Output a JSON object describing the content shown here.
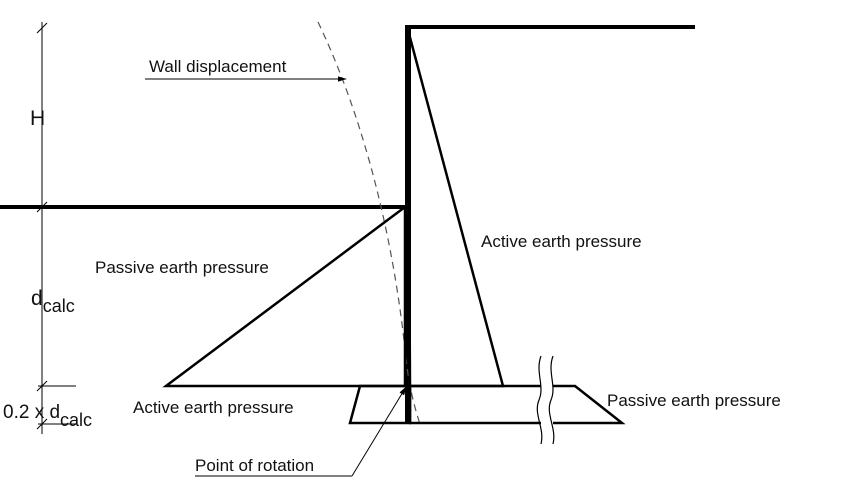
{
  "labels": {
    "h": "H",
    "d_calc_main": "d",
    "d_calc_sub": "calc",
    "wall_displacement": "Wall displacement",
    "active_upper": "Active earth pressure",
    "passive_left": "Passive earth pressure",
    "active_lower": "Active earth pressure",
    "passive_right": "Passive earth pressure",
    "toe_prefix": "0.2 x d",
    "toe_sub": "calc",
    "point_of_rotation": "Point of rotation"
  },
  "colors": {
    "line": "#000000",
    "dashed": "#555555"
  }
}
